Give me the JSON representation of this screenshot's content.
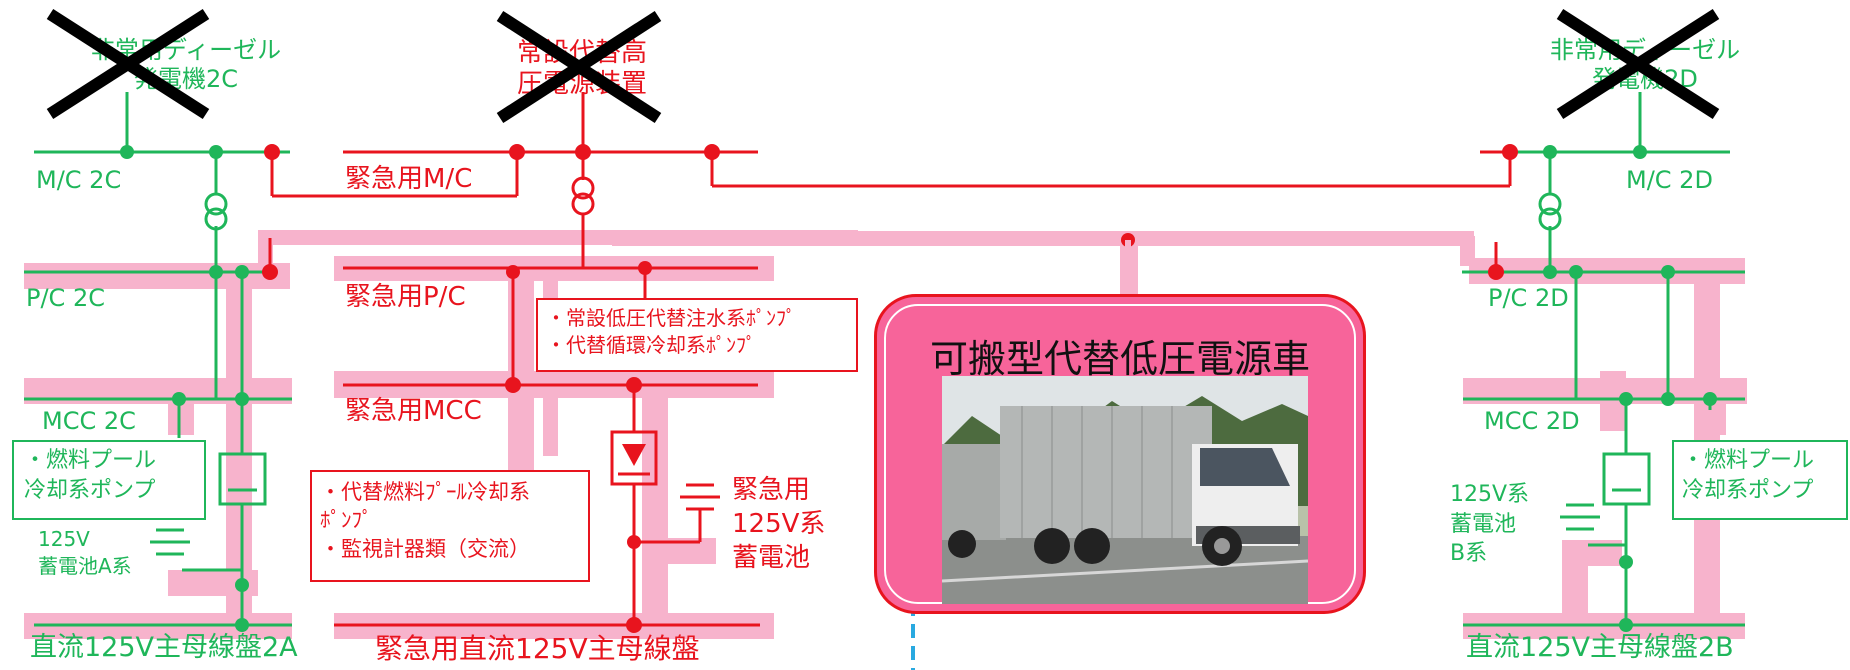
{
  "colors": {
    "green": "#1fb65a",
    "red": "#e8141e",
    "pink_route": "#f7b3cc",
    "vehicle_fill": "#f7649a"
  },
  "generators": {
    "dg_2c": {
      "line1": "非常用ディーゼル",
      "line2": "発電機2C",
      "status": "crossed-out"
    },
    "hv_fixed": {
      "line1": "常設代替高",
      "line2": "圧電源装置",
      "status": "crossed-out"
    },
    "dg_2d": {
      "line1": "非常用ディーゼル",
      "line2": "発電機2D",
      "status": "crossed-out"
    }
  },
  "buses": {
    "mc_2c": "M/C 2C",
    "mc_em": "緊急用M/C",
    "mc_2d": "M/C 2D",
    "pc_2c": "P/C 2C",
    "pc_em": "緊急用P/C",
    "pc_2d": "P/C 2D",
    "mcc_2c": "MCC 2C",
    "mcc_em": "緊急用MCC",
    "mcc_2d": "MCC 2D",
    "dc_2a": "直流125V主母線盤2A",
    "dc_em": "緊急用直流125V主母線盤",
    "dc_2b": "直流125V主母線盤2B"
  },
  "loads": {
    "pc_em_loads": [
      "・常設低圧代替注水系ﾎﾟﾝﾌﾟ",
      "・代替循環冷却系ﾎﾟﾝﾌﾟ"
    ],
    "mcc_em_loads": [
      "・代替燃料ﾌﾟｰﾙ冷却系",
      "ﾎﾟﾝﾌﾟ",
      "・監視計器類（交流）"
    ],
    "mcc_2c_loads": [
      "・燃料プール",
      "冷却系ポンプ"
    ],
    "mcc_2d_loads": [
      "・燃料プール",
      "冷却系ポンプ"
    ]
  },
  "batteries": {
    "bat_a": {
      "line1": "125V",
      "line2": "蓄電池A系"
    },
    "bat_em": {
      "line1": "緊急用",
      "line2": "125V系",
      "line3": "蓄電池"
    },
    "bat_b": {
      "line1": "125V系",
      "line2": "蓄電池",
      "line3": "B系"
    }
  },
  "vehicle": {
    "title": "可搬型代替低圧電源車",
    "photo_icon": "power-supply-truck-photo"
  }
}
